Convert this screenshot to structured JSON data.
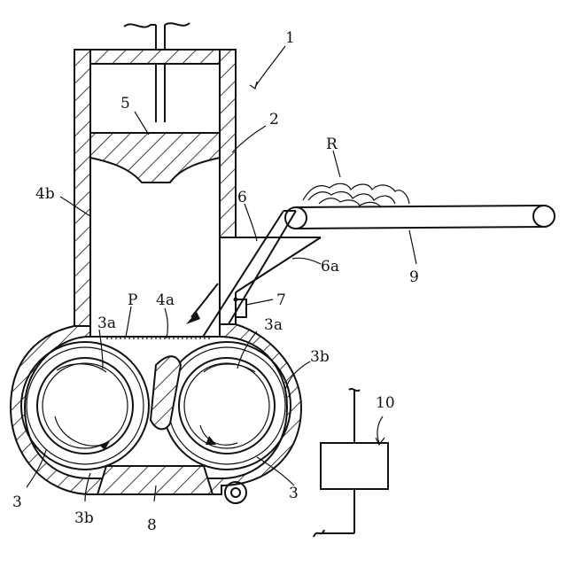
{
  "labels": {
    "l1": "1",
    "l2": "2",
    "l3_left": "3",
    "l3_right": "3",
    "l3a_left": "3a",
    "l3a_right": "3a",
    "l3b_left": "3b",
    "l3b_right": "3b",
    "l4a": "4a",
    "l4b": "4b",
    "l5": "5",
    "l6": "6",
    "l6a": "6a",
    "l7": "7",
    "l8": "8",
    "l9": "9",
    "l10": "10",
    "lP": "P",
    "lR": "R"
  },
  "colors": {
    "ink": "#111111",
    "paper": "#ffffff"
  }
}
